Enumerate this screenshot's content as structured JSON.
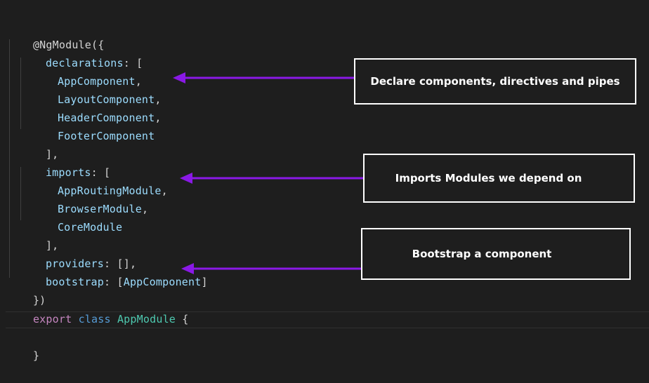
{
  "colors": {
    "background": "#1e1e1e",
    "keyword": "#c586c0",
    "storage_keyword": "#569cd6",
    "class_name": "#4ec9b0",
    "property": "#9cdcfe",
    "punctuation": "#d4d4d4",
    "arrow": "#8a19e6",
    "callout_border": "#ffffff"
  },
  "code": {
    "l1": {
      "text": "@NgModule({"
    },
    "l2": {
      "prop": "declarations",
      "rest": ": ["
    },
    "l3": {
      "ident": "AppComponent",
      "rest": ","
    },
    "l4": {
      "ident": "LayoutComponent",
      "rest": ","
    },
    "l5": {
      "ident": "HeaderComponent",
      "rest": ","
    },
    "l6": {
      "ident": "FooterComponent"
    },
    "l7": {
      "text": "],"
    },
    "l8": {
      "prop": "imports",
      "rest": ": ["
    },
    "l9": {
      "ident": "AppRoutingModule",
      "rest": ","
    },
    "l10": {
      "ident": "BrowserModule",
      "rest": ","
    },
    "l11": {
      "ident": "CoreModule"
    },
    "l12": {
      "text": "],"
    },
    "l13": {
      "prop": "providers",
      "rest": ": [],"
    },
    "l14": {
      "prop": "bootstrap",
      "mid": ": [",
      "ident": "AppComponent",
      "rest": "]"
    },
    "l15": {
      "text": "})"
    },
    "l16": {
      "kw": "export",
      "kw2": "class",
      "cls": "AppModule",
      "rest": "{"
    },
    "l18": {
      "text": "}"
    }
  },
  "callouts": {
    "declare": "Declare components, directives and pipes",
    "imports": "Imports Modules we depend on",
    "bootstrap": "Bootstrap a component"
  }
}
